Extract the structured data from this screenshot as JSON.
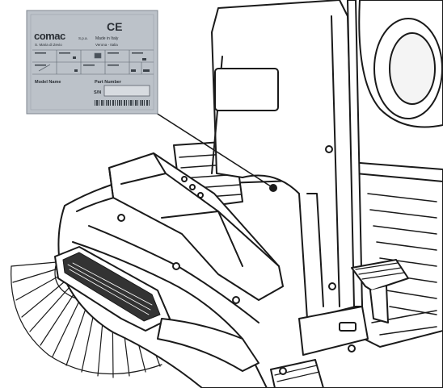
{
  "plate": {
    "ce_mark": "CE",
    "brand": "comac",
    "brand_suffix": "S.p.a.",
    "made_in": "Made in Italy",
    "address_left": "S. Maria di Zevio",
    "address_right": "Verona - Italia",
    "model_name_label": "Model Name",
    "part_number_label": "Part Number",
    "sn_label": "S/N"
  },
  "colors": {
    "plate_bg": "#bcc2c9",
    "plate_border": "#7f8790",
    "line": "#1a1a1a"
  }
}
